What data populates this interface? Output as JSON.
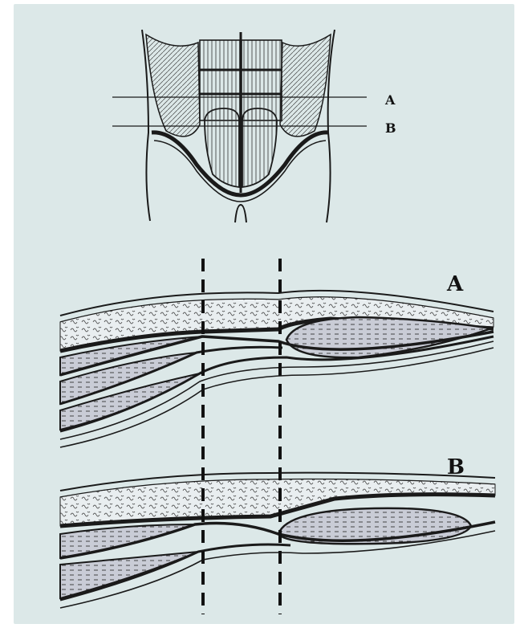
{
  "figure": {
    "background": "#dce8e8",
    "ink": "#1a1a1a",
    "fat_fill": "#e9eef0",
    "muscle_fill": "#c9ccd6",
    "labels": {
      "torso_line_a": "A",
      "torso_line_b": "B",
      "section_a": "A",
      "section_b": "B"
    }
  }
}
